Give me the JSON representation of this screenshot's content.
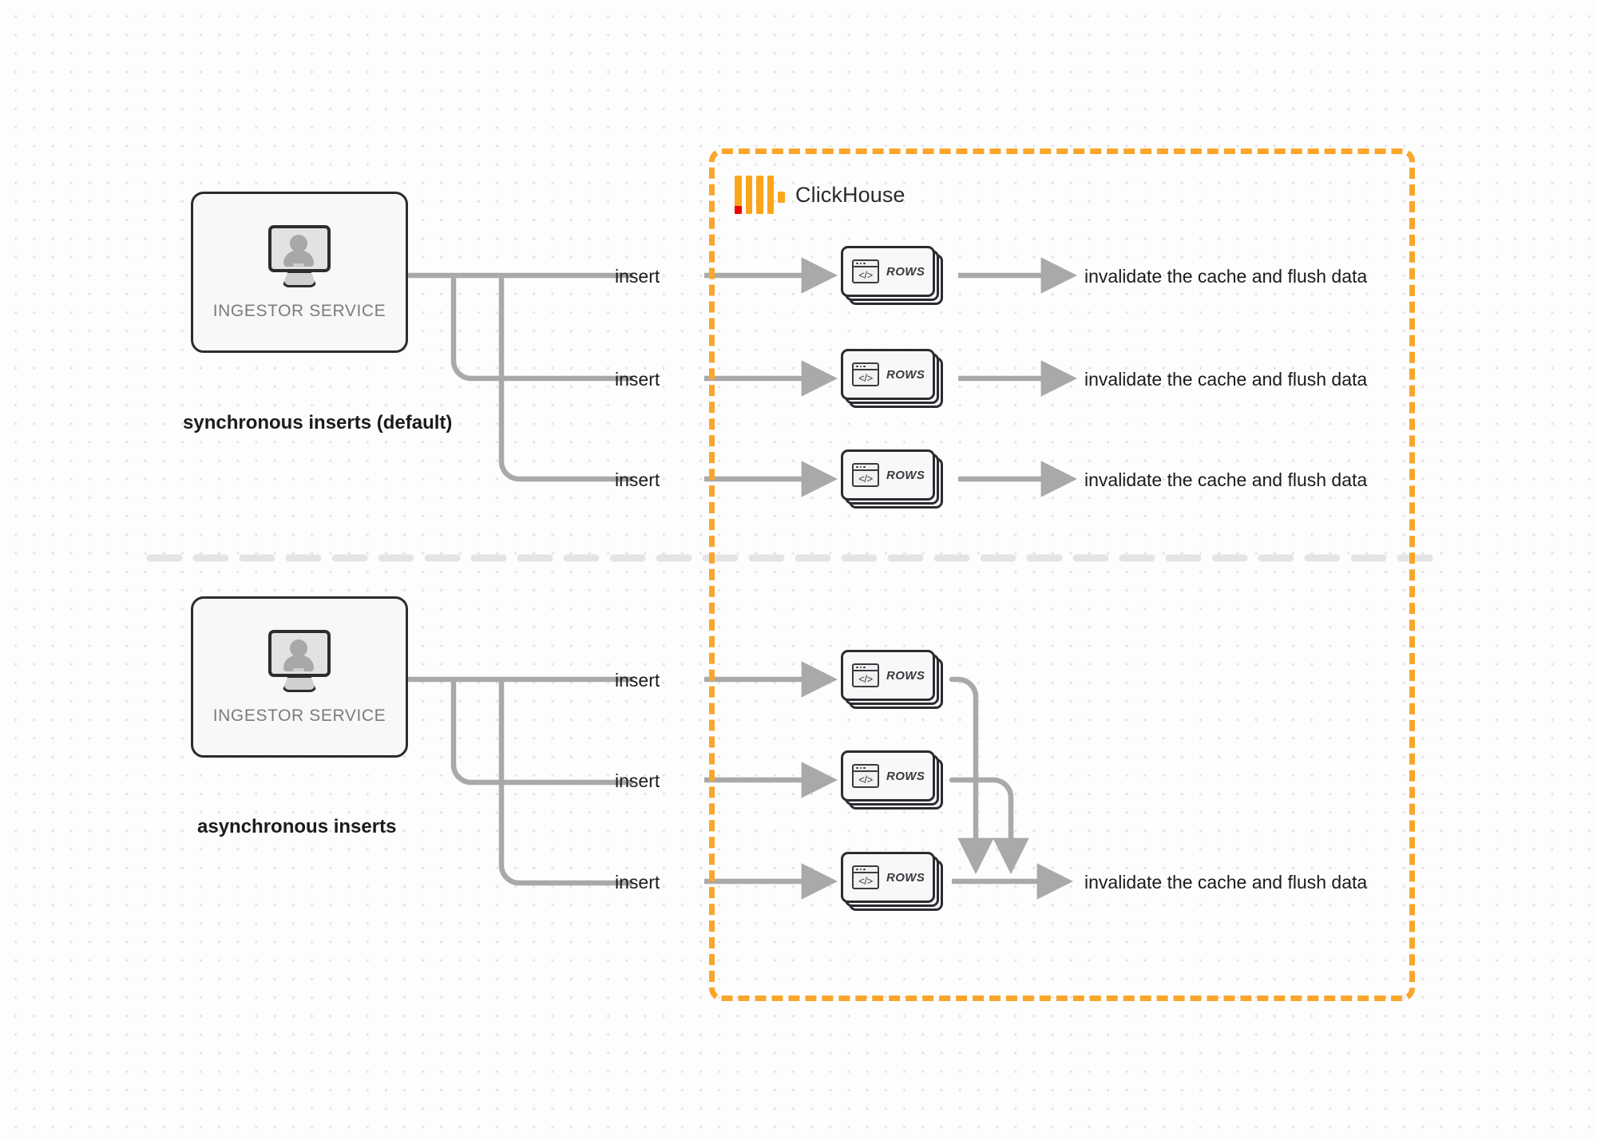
{
  "diagram": {
    "title": "ClickHouse synchronous vs asynchronous inserts",
    "colors": {
      "accent_orange": "#f9a62b",
      "logo_orange": "#faa61a",
      "logo_red": "#ef0000",
      "wire_gray": "#a9a9a9",
      "node_outline": "#2b2b30",
      "background": "#fdfdfd",
      "grid_dot": "#e6e4e4"
    }
  },
  "clickhouse_boundary": {
    "name": "ClickHouse",
    "logo": {
      "icon": "clickhouse-logo-icon",
      "bars": 4,
      "nub": 1,
      "accent_square": "red"
    }
  },
  "sections": [
    {
      "id": "synchronous",
      "title": "synchronous inserts (default)",
      "ingestor": {
        "label": "INGESTOR SERVICE",
        "icon": "monitor-user-icon"
      },
      "edges": [
        {
          "insert_label": "insert",
          "node": {
            "label": "ROWS",
            "icon": "code-window-icon"
          },
          "result_label": "invalidate the cache and flush data"
        },
        {
          "insert_label": "insert",
          "node": {
            "label": "ROWS",
            "icon": "code-window-icon"
          },
          "result_label": "invalidate the cache and flush data"
        },
        {
          "insert_label": "insert",
          "node": {
            "label": "ROWS",
            "icon": "code-window-icon"
          },
          "result_label": "invalidate the cache and flush data"
        }
      ]
    },
    {
      "id": "asynchronous",
      "title": "asynchronous inserts",
      "ingestor": {
        "label": "INGESTOR SERVICE",
        "icon": "monitor-user-icon"
      },
      "edges": [
        {
          "insert_label": "insert",
          "node": {
            "label": "ROWS",
            "icon": "code-window-icon"
          },
          "result_label": ""
        },
        {
          "insert_label": "insert",
          "node": {
            "label": "ROWS",
            "icon": "code-window-icon"
          },
          "result_label": ""
        },
        {
          "insert_label": "insert",
          "node": {
            "label": "ROWS",
            "icon": "code-window-icon"
          },
          "result_label": "invalidate the cache and flush data"
        }
      ],
      "merged_result_label": "invalidate the cache and flush data"
    }
  ]
}
